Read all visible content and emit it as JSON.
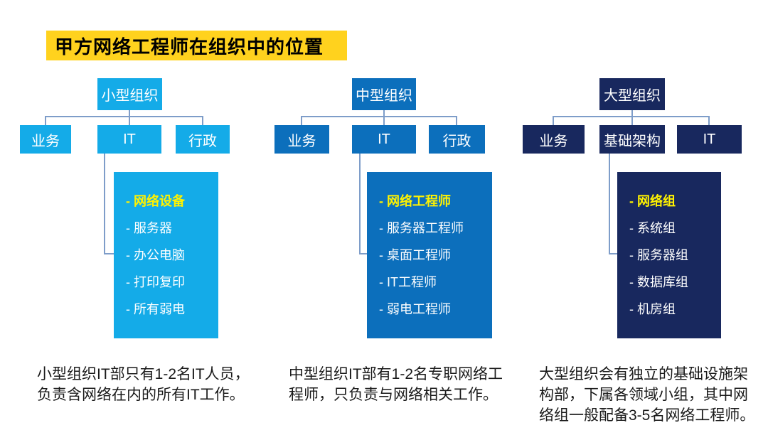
{
  "title": "甲方网络工程师在组织中的位置",
  "colors": {
    "title_bg": "#FFD21E",
    "small_org_blue": "#14ABE8",
    "medium_org_blue": "#0C6FBC",
    "large_org_navy": "#18285E",
    "highlight_item_text": "#FFF200",
    "connector_line": "#7E9DC9"
  },
  "charts": [
    {
      "root": "小型组织",
      "children": [
        "业务",
        "IT",
        "行政"
      ],
      "items": [
        "- 网络设备",
        "- 服务器",
        "- 办公电脑",
        "- 打印复印",
        "- 所有弱电"
      ],
      "highlighted_item": "网络设备",
      "caption_lines": [
        "小型组织IT部只有1-2名IT人员，",
        "负责含网络在内的所有IT工作。"
      ]
    },
    {
      "root": "中型组织",
      "children": [
        "业务",
        "IT",
        "行政"
      ],
      "items": [
        "- 网络工程师",
        "- 服务器工程师",
        "- 桌面工程师",
        "- IT工程师",
        "- 弱电工程师"
      ],
      "highlighted_item": "网络工程师",
      "caption_lines": [
        "中型组织IT部有1-2名专职网络工",
        "程师，只负责与网络相关工作。"
      ]
    },
    {
      "root": "大型组织",
      "children": [
        "业务",
        "基础架构",
        "IT"
      ],
      "items": [
        "- 网络组",
        "- 系统组",
        "- 服务器组",
        "- 数据库组",
        "- 机房组"
      ],
      "highlighted_item": "网络组",
      "caption_lines": [
        "大型组织会有独立的基础设施架",
        "构部，下属各领域小组，其中网",
        "络组一般配备3-5名网络工程师。"
      ]
    }
  ]
}
